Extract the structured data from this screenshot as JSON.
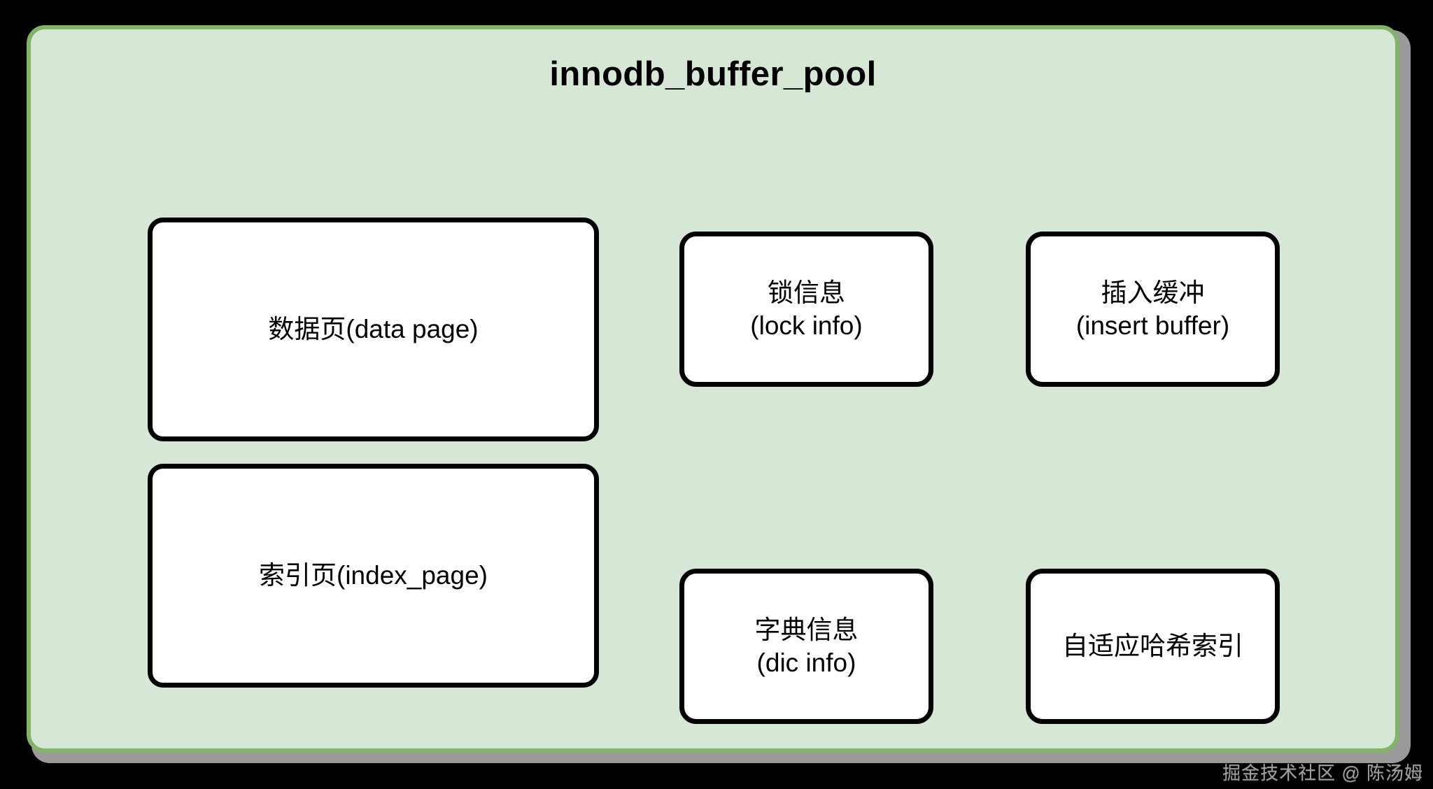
{
  "page": {
    "background_color": "#000000",
    "watermark": "掘金技术社区 @ 陈汤姆"
  },
  "diagram": {
    "type": "block-diagram",
    "container": {
      "title": "innodb_buffer_pool",
      "fill_color": "#d6e8d5",
      "border_color": "#82b366"
    },
    "node_style": {
      "fill_color": "#ffffff",
      "border_color": "#000000"
    },
    "nodes": [
      {
        "id": "data-page",
        "size": "tall",
        "row": 1,
        "column": 1,
        "lines": [
          "数据页(data page)"
        ]
      },
      {
        "id": "lock-info",
        "size": "small",
        "row": 1,
        "column": 2,
        "lines": [
          "锁信息",
          "(lock info)"
        ]
      },
      {
        "id": "insert-buffer",
        "size": "small",
        "row": 1,
        "column": 3,
        "lines": [
          "插入缓冲",
          "(insert buffer)"
        ]
      },
      {
        "id": "index-page",
        "size": "tall",
        "row": 2,
        "column": 1,
        "lines": [
          "索引页(index_page)"
        ]
      },
      {
        "id": "dic-info",
        "size": "small",
        "row": 2,
        "column": 2,
        "lines": [
          "字典信息",
          "(dic info)"
        ]
      },
      {
        "id": "adaptive-hash-index",
        "size": "small",
        "row": 2,
        "column": 3,
        "lines": [
          "自适应哈希索引"
        ]
      }
    ]
  }
}
